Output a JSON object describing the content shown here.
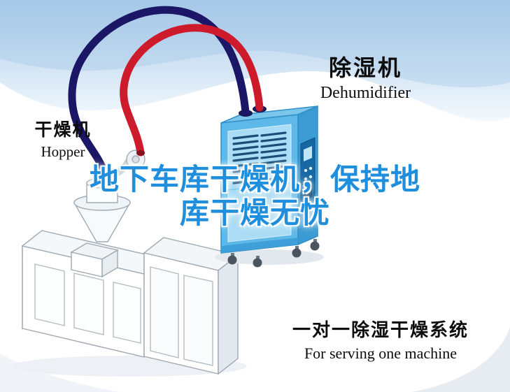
{
  "colors": {
    "headline_blue": "#1f8edc",
    "pipe_navy": "#1b1766",
    "pipe_red": "#ce1b2b",
    "dehumidifier_blue": "#5fb9e8",
    "sky_blue": "#a9cbe9"
  },
  "machine_labels": {
    "dehumidifier": {
      "cn": "除湿机",
      "en": "Dehumidifier"
    },
    "hopper": {
      "cn": "干燥机",
      "en": "Hopper"
    }
  },
  "headline": {
    "line1": "地下车库干燥机，保持地",
    "line2": "库干燥无忧"
  },
  "caption": {
    "cn": "一对一除湿干燥系统",
    "en": "For serving one machine"
  }
}
